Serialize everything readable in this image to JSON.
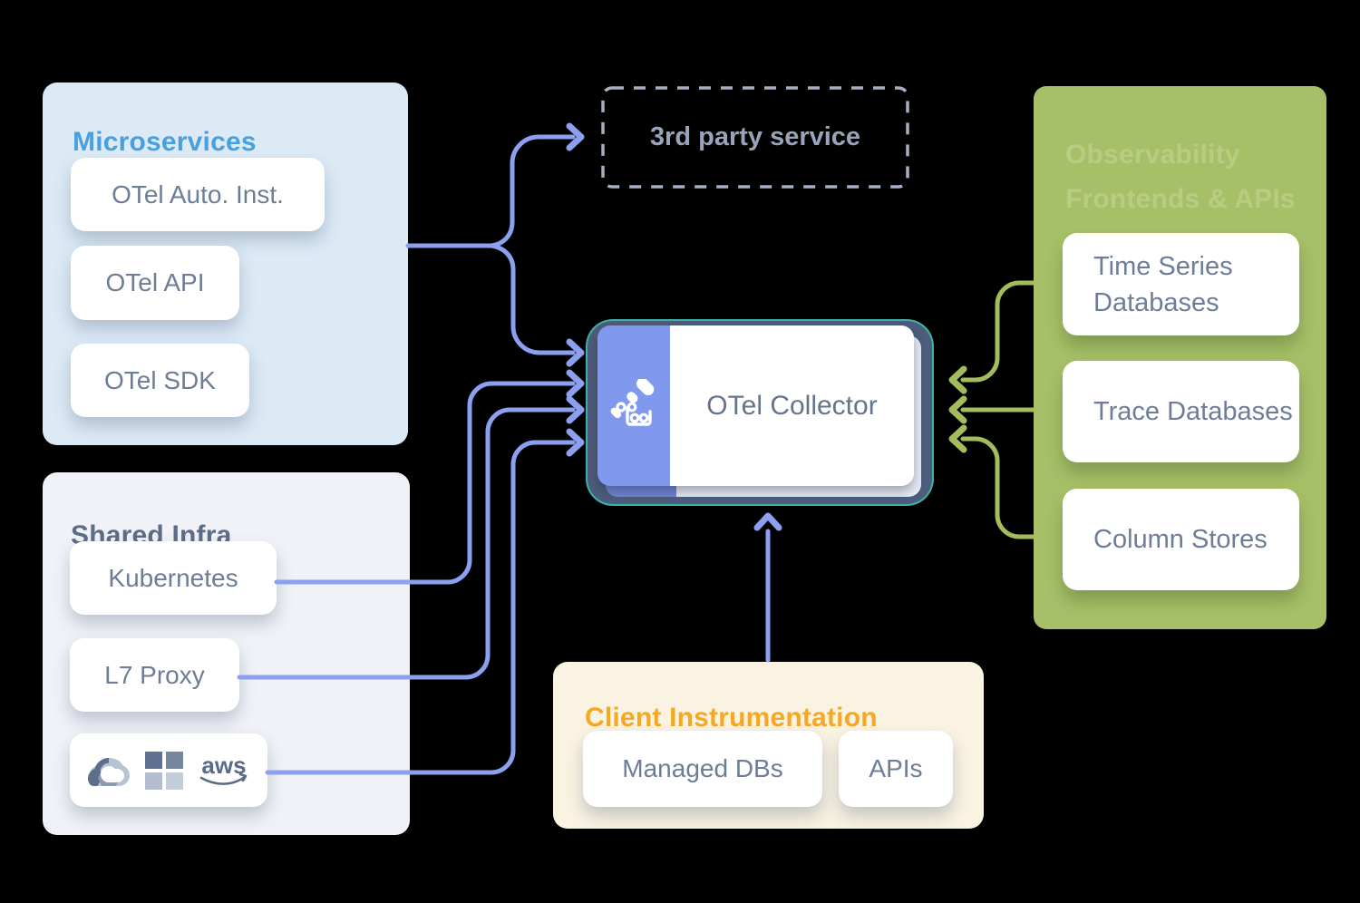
{
  "microservices": {
    "title": "Microservices",
    "items": [
      "OTel Auto. Inst.",
      "OTel API",
      "OTel SDK"
    ]
  },
  "shared_infra": {
    "title": "Shared Infra",
    "items": [
      "Kubernetes",
      "L7 Proxy"
    ],
    "cloud_providers": [
      "google-cloud-icon",
      "microsoft-icon",
      "aws-icon"
    ],
    "aws_label": "aws"
  },
  "third_party": {
    "label": "3rd party service"
  },
  "collector": {
    "label": "OTel Collector",
    "icon": "otel-telescope-icon"
  },
  "observability": {
    "title": "Observability Frontends & APIs",
    "items": [
      "Time Series Databases",
      "Trace Databases",
      "Column Stores"
    ]
  },
  "client_instrumentation": {
    "title": "Client Instrumentation",
    "items": [
      "Managed DBs",
      "APIs"
    ]
  },
  "colors": {
    "background": "#000000",
    "microservices_panel": "#dceaf6",
    "microservices_title": "#4aa0dd",
    "shared_infra_panel": "#f0f2f7",
    "shared_infra_title": "#5d6c87",
    "card_text": "#6e7d97",
    "observability_panel": "#a7c068",
    "observability_title": "#b9cc83",
    "client_panel": "#faf3e2",
    "client_title": "#f7a823",
    "collector_body": "#4d5d7d",
    "collector_accent": "#8198ef",
    "collector_outline": "#3ec1aa",
    "blue_arrow": "#8ba0ef",
    "green_arrow": "#a4bd5c",
    "dashed_border": "#a7b0c2"
  }
}
